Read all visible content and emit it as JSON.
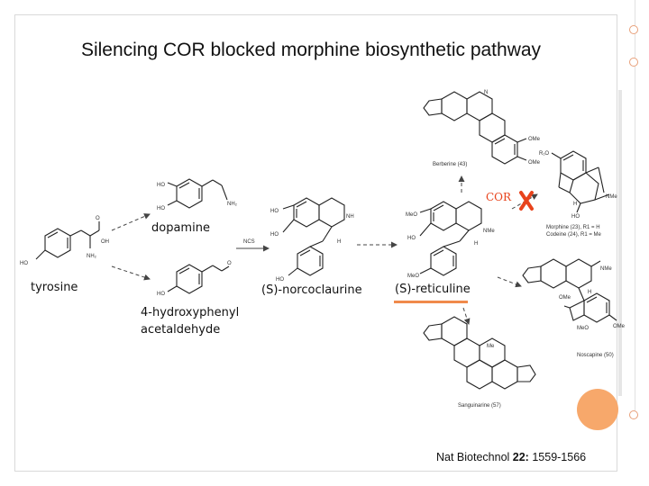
{
  "title": "Silencing COR blocked morphine biosynthetic pathway",
  "labels": {
    "dopamine": "dopamine",
    "tyrosine": "tyrosine",
    "hpaa": "4-hydroxyphenyl\nacetaldehyde",
    "norcoclaurine": "(S)-norcoclaurine",
    "reticuline": "(S)-reticuline",
    "cor": "COR"
  },
  "structure_labels": {
    "berberine": "Berberine (43)",
    "morphine": "Morphine (23), R1 = H",
    "codeine": "Codeine (24), R1 = Me",
    "noscapine": "Noscapine (50)",
    "sanguinarine": "Sanguinarine (57)",
    "ncs": "NCS"
  },
  "citation": {
    "journal": "Nat Biotechnol ",
    "volume": "22:",
    "pages": " 1559-1566"
  },
  "colors": {
    "accent": "#f08a4b",
    "block": "#e8431c"
  }
}
